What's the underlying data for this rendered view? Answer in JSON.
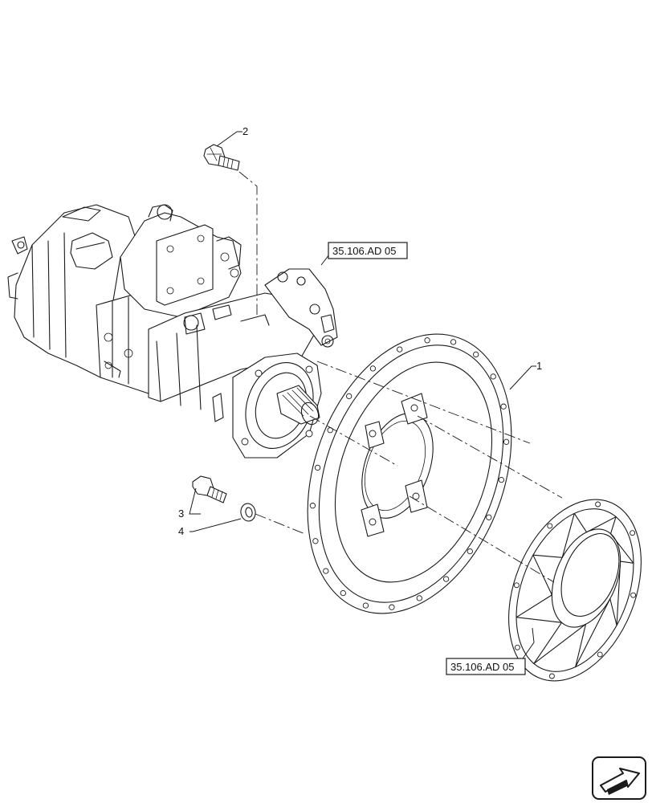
{
  "callouts": {
    "part_1": "1",
    "part_2": "2",
    "part_3": "3",
    "part_4": "4"
  },
  "references": {
    "ref_upper": "35.106.AD 05",
    "ref_lower": "35.106.AD 05"
  },
  "icons": {
    "corner": "next-page-arrow-icon"
  }
}
